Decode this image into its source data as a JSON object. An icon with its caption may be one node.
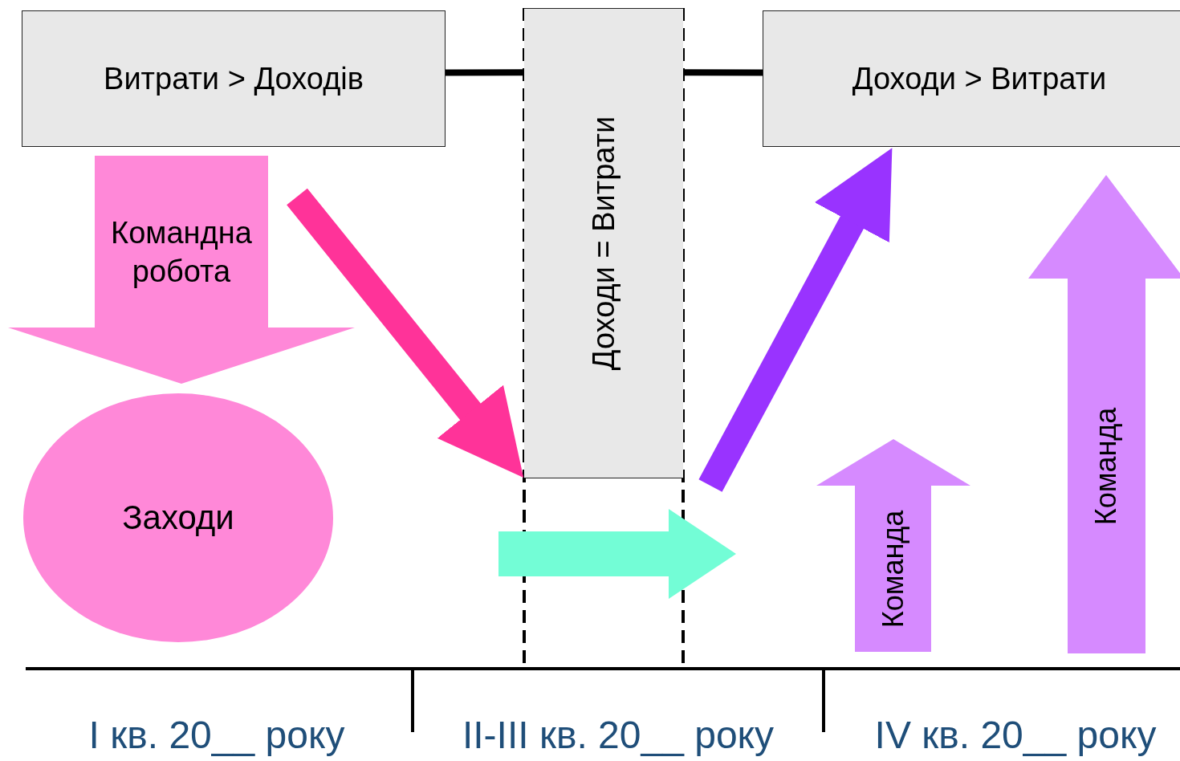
{
  "diagram": {
    "nodes": [
      {
        "text": [
          "Витрати > Доходів"
        ]
      },
      {
        "text": [
          "Доходи = Витрати"
        ]
      },
      {
        "text": [
          "Доходи > Витрати"
        ]
      },
      {
        "text": [
          "Командна робота"
        ]
      },
      {
        "text": [
          "Заходи"
        ]
      },
      {
        "text": [
          "Команда"
        ]
      },
      {
        "text": [
          "Команда"
        ]
      }
    ],
    "edges": [
      {
        "from": 0,
        "to": 1,
        "arrow": "none"
      },
      {
        "from": 1,
        "to": 2,
        "arrow": "none"
      },
      {
        "from": null,
        "to": 1,
        "arrow": "to",
        "style": "thick",
        "color": "#ff3399"
      },
      {
        "from": null,
        "to": 2,
        "arrow": "to",
        "style": "thick",
        "color": "#9933ff"
      }
    ],
    "labels": [
      "I кв. 20__ року",
      "II-III кв. 20__ року",
      "IV кв. 20__ року"
    ]
  }
}
